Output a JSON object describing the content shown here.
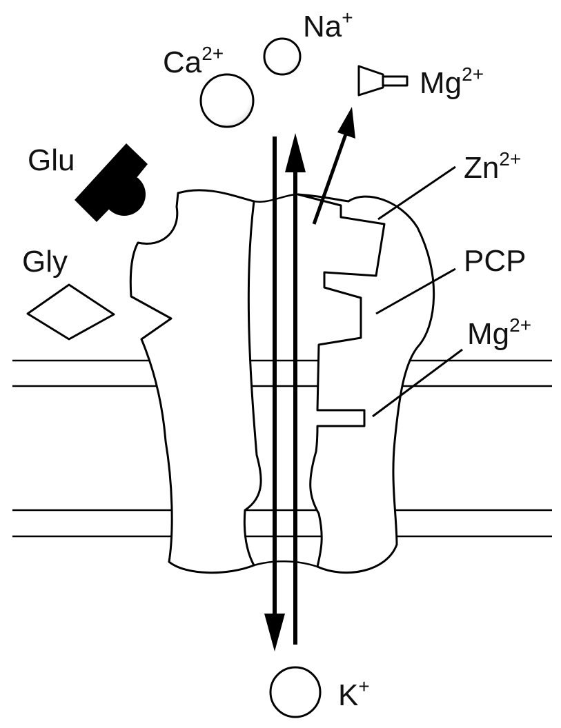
{
  "labels": {
    "na": {
      "base": "Na",
      "sup": "+"
    },
    "ca": {
      "base": "Ca",
      "sup": "2+"
    },
    "mg_top": {
      "base": "Mg",
      "sup": "2+"
    },
    "glu": {
      "base": "Glu"
    },
    "gly": {
      "base": "Gly"
    },
    "zn": {
      "base": "Zn",
      "sup": "2+"
    },
    "pcp": {
      "base": "PCP"
    },
    "mg_pore": {
      "base": "Mg",
      "sup": "2+"
    },
    "k": {
      "base": "K",
      "sup": "+"
    }
  },
  "colors": {
    "line": "#000000",
    "background": "#ffffff",
    "ligand_fill": "#000000"
  }
}
